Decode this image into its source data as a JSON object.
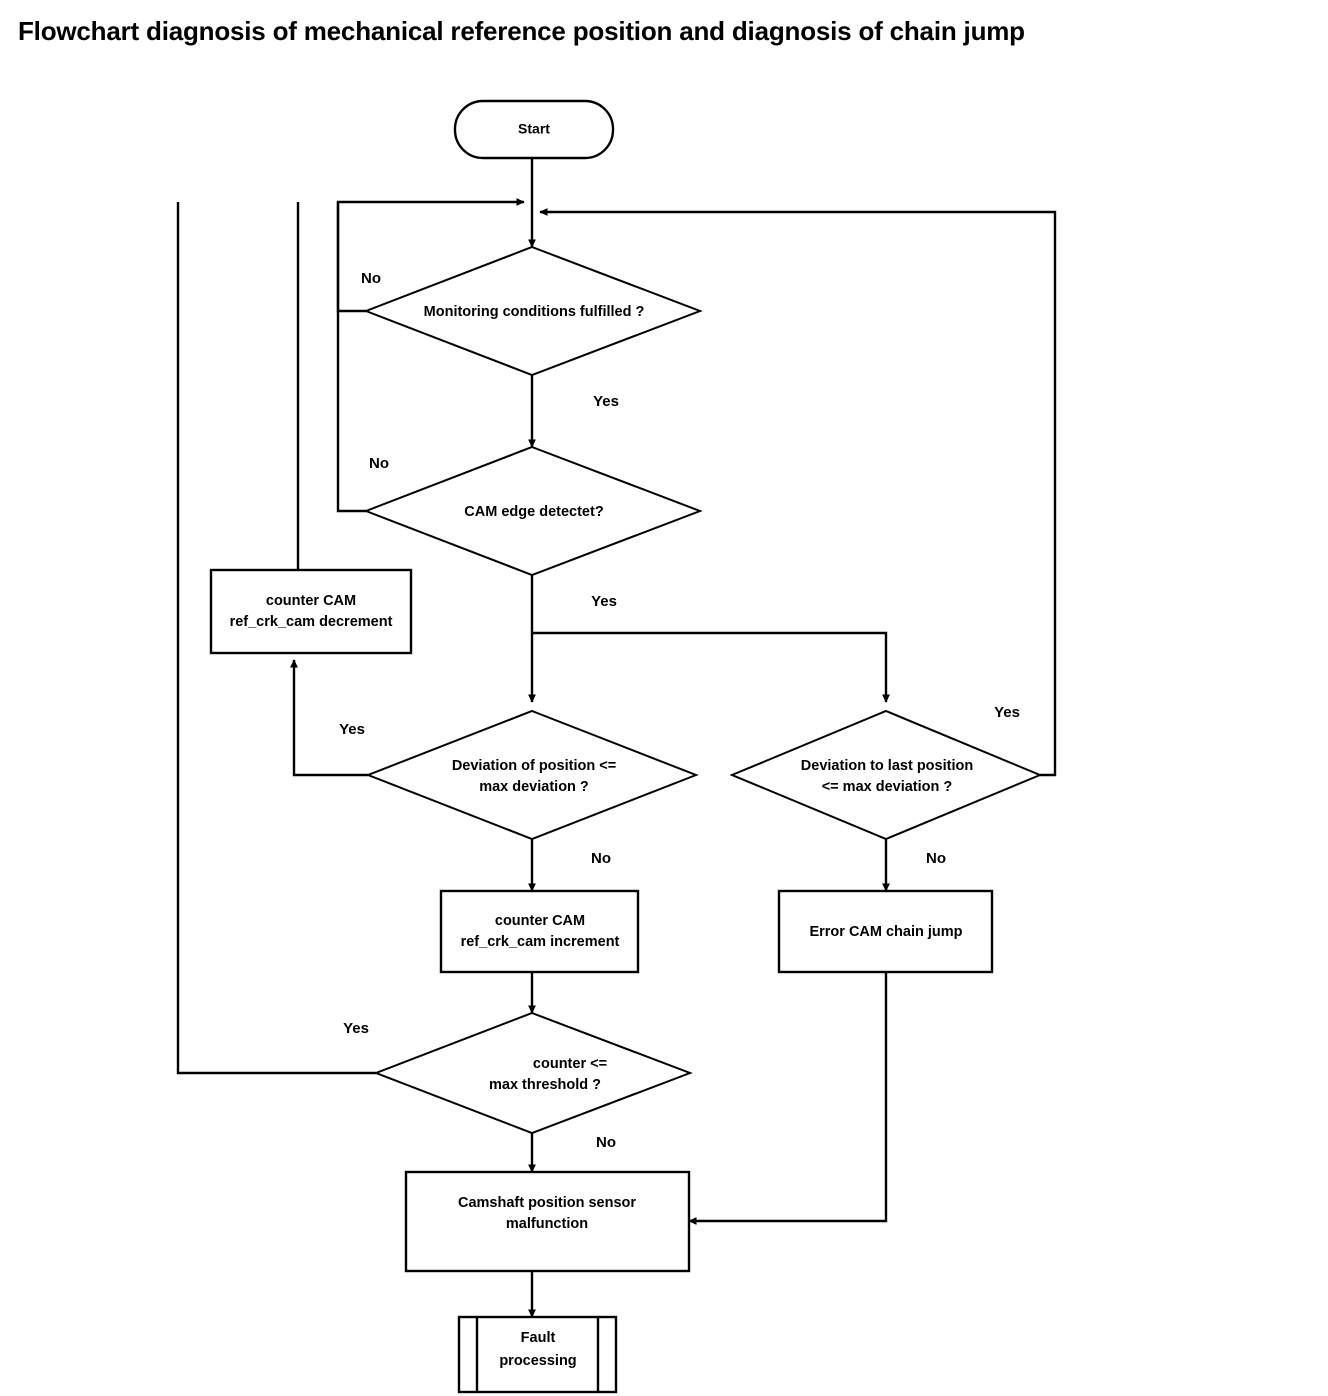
{
  "page": {
    "title": "Flowchart diagnosis of mechanical reference position and diagnosis of chain jump",
    "background_color": "#ffffff",
    "line_color": "#000000",
    "text_color": "#000000"
  },
  "diagram": {
    "type": "flowchart",
    "nodes": {
      "start": {
        "shape": "terminator",
        "label": "Start"
      },
      "monitoring_conditions": {
        "shape": "decision",
        "label": "Monitoring conditions fulfilled ?",
        "line1": "Monitoring conditions fulfilled ?"
      },
      "cam_edge": {
        "shape": "decision",
        "label": "CAM edge detectet?",
        "line1": "CAM edge detectet?"
      },
      "counter_decrement": {
        "shape": "process",
        "label": "counter CAM ref_crk_cam decrement",
        "line1": "counter CAM",
        "line2": "ref_crk_cam decrement"
      },
      "deviation_position": {
        "shape": "decision",
        "label": "Deviation of position <= max deviation ?",
        "line1": "Deviation of position <=",
        "line2": "max deviation ?"
      },
      "deviation_last_position": {
        "shape": "decision",
        "label": "Deviation to last position <= max deviation ?",
        "line1": "Deviation to last position",
        "line2": "<= max deviation ?"
      },
      "counter_increment": {
        "shape": "process",
        "label": "counter CAM ref_crk_cam increment",
        "line1": "counter CAM",
        "line2": "ref_crk_cam increment"
      },
      "error_chain_jump": {
        "shape": "process",
        "label": "Error CAM chain jump",
        "line1": "Error CAM chain jump"
      },
      "counter_threshold": {
        "shape": "decision",
        "label": "counter <= max threshold ?",
        "line1": "counter <=",
        "line2": "max threshold ?"
      },
      "sensor_malfunction": {
        "shape": "process",
        "label": "Camshaft position sensor malfunction",
        "line1": "Camshaft position sensor",
        "line2": "malfunction"
      },
      "fault_processing": {
        "shape": "predefined-process",
        "label": "Fault processing",
        "line1": "Fault",
        "line2": "processing"
      }
    },
    "edge_labels": {
      "monitoring_no": "No",
      "monitoring_yes": "Yes",
      "cam_edge_no": "No",
      "cam_edge_yes": "Yes",
      "deviation_position_yes": "Yes",
      "deviation_position_no": "No",
      "deviation_last_yes": "Yes",
      "deviation_last_no": "No",
      "counter_threshold_yes": "Yes",
      "counter_threshold_no": "No"
    },
    "edges": [
      {
        "from": "start",
        "to": "monitoring_conditions",
        "label": ""
      },
      {
        "from": "monitoring_conditions",
        "to": "monitoring_conditions",
        "label": "No"
      },
      {
        "from": "monitoring_conditions",
        "to": "cam_edge",
        "label": "Yes"
      },
      {
        "from": "cam_edge",
        "to": "monitoring_conditions",
        "label": "No"
      },
      {
        "from": "cam_edge",
        "to": "deviation_position",
        "label": "Yes"
      },
      {
        "from": "cam_edge",
        "to": "deviation_last_position",
        "label": "Yes"
      },
      {
        "from": "deviation_position",
        "to": "counter_decrement",
        "label": "Yes"
      },
      {
        "from": "deviation_position",
        "to": "counter_increment",
        "label": "No"
      },
      {
        "from": "deviation_last_position",
        "to": "monitoring_conditions",
        "label": "Yes"
      },
      {
        "from": "deviation_last_position",
        "to": "error_chain_jump",
        "label": "No"
      },
      {
        "from": "counter_decrement",
        "to": "monitoring_conditions",
        "label": ""
      },
      {
        "from": "counter_increment",
        "to": "counter_threshold",
        "label": ""
      },
      {
        "from": "counter_threshold",
        "to": "monitoring_conditions",
        "label": "Yes"
      },
      {
        "from": "counter_threshold",
        "to": "sensor_malfunction",
        "label": "No"
      },
      {
        "from": "error_chain_jump",
        "to": "sensor_malfunction",
        "label": ""
      },
      {
        "from": "sensor_malfunction",
        "to": "fault_processing",
        "label": ""
      }
    ]
  }
}
